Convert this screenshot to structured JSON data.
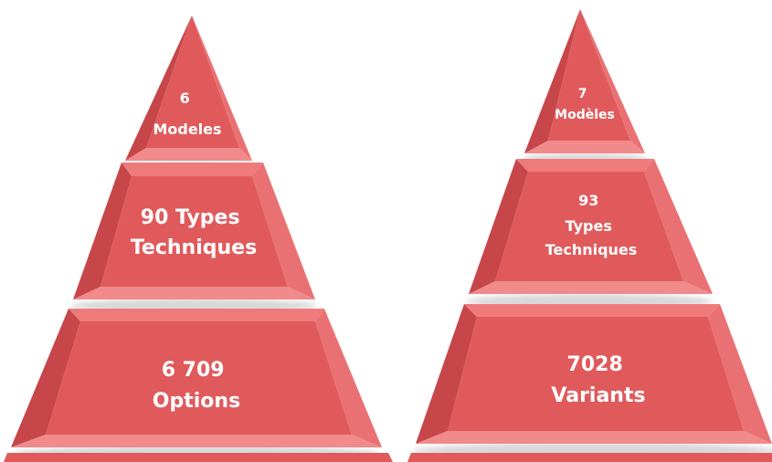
{
  "pyramids": [
    {
      "tiers": [
        {
          "lines": [
            "6",
            "Modeles"
          ]
        },
        {
          "lines": [
            "90 Types",
            "Techniques"
          ]
        },
        {
          "lines": [
            "6 709",
            "Options"
          ]
        }
      ]
    },
    {
      "tiers": [
        {
          "lines": [
            "7",
            "Modèles"
          ]
        },
        {
          "lines": [
            "93",
            "Types",
            "Techniques"
          ]
        },
        {
          "lines": [
            "7028",
            "Variants"
          ]
        }
      ]
    }
  ],
  "colors": {
    "front": "#e05a5c",
    "side_dark": "#c64649",
    "side_light": "#ea7173",
    "top": "#f08a8b",
    "shadow": "#b8b8b8",
    "text": "#ffffff"
  }
}
